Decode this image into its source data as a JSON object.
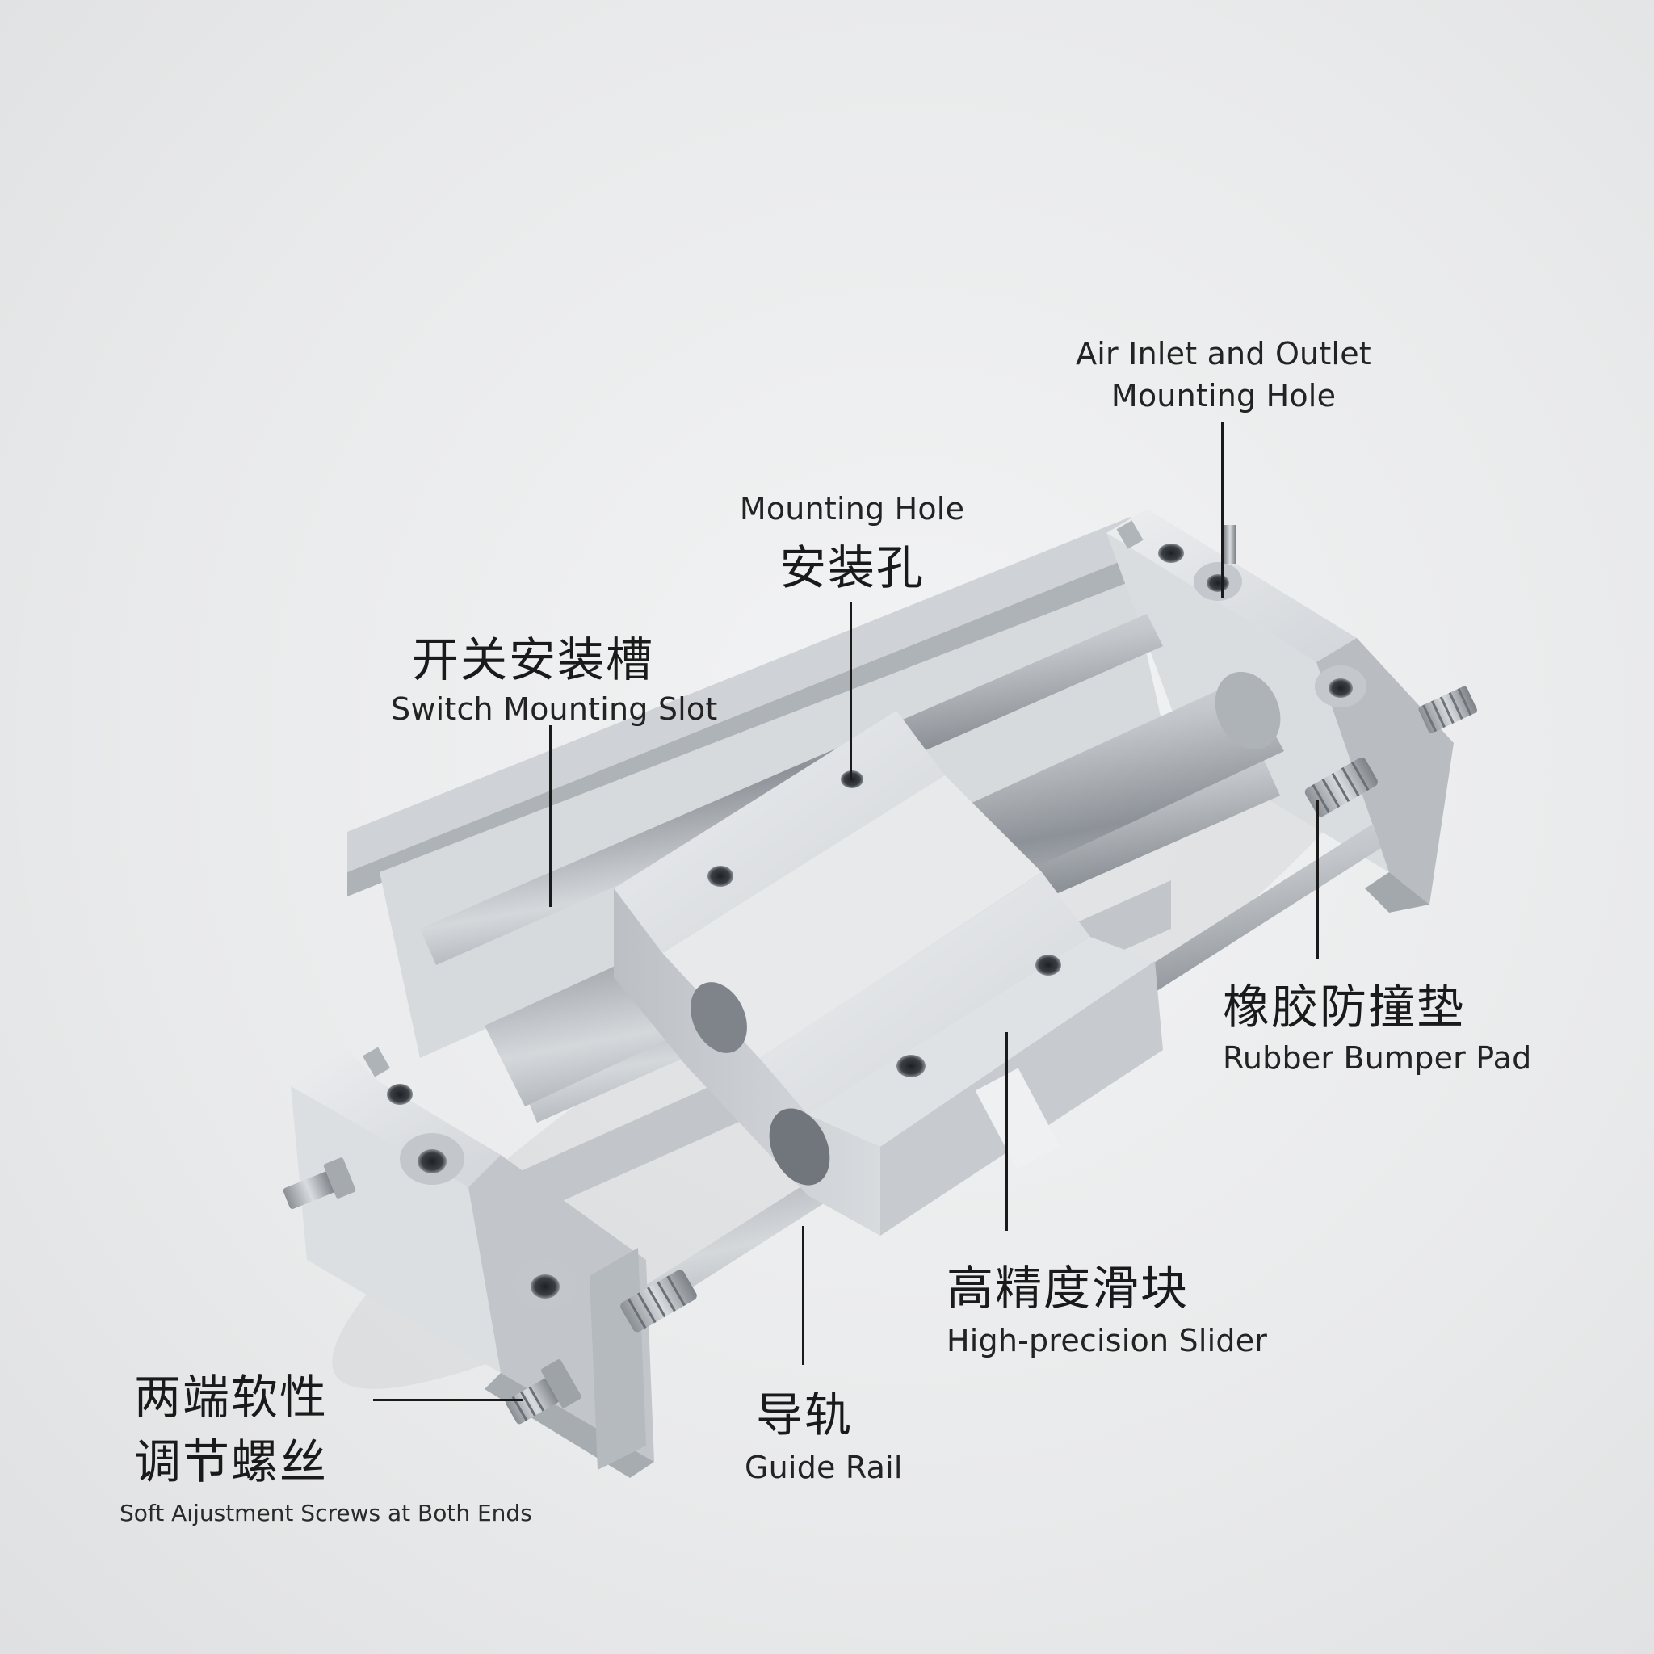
{
  "callouts": {
    "air_port": {
      "en_line1": "Air Inlet and Outlet",
      "en_line2": "Mounting Hole"
    },
    "mounting_hole": {
      "en": "Mounting Hole",
      "cn": "安装孔"
    },
    "switch_slot": {
      "cn": "开关安装槽",
      "en": "Switch Mounting Slot"
    },
    "bumper": {
      "cn": "橡胶防撞垫",
      "en": "Rubber Bumper Pad"
    },
    "slider": {
      "cn": "高精度滑块",
      "en": "High-precision Slider"
    },
    "rail": {
      "cn": "导轨",
      "en": "Guide Rail"
    },
    "screws": {
      "cn_line1": "两端软性",
      "cn_line2": "调节螺丝",
      "en": "Soft Aıjustment Screws at Both Ends"
    }
  },
  "colors": {
    "background": "#ebeced",
    "aluminum_light": "#e4e6e8",
    "aluminum_mid": "#c9ccd0",
    "aluminum_dark": "#9ea3a8",
    "steel": "#b8bdc2",
    "text": "#1a1a1a"
  }
}
